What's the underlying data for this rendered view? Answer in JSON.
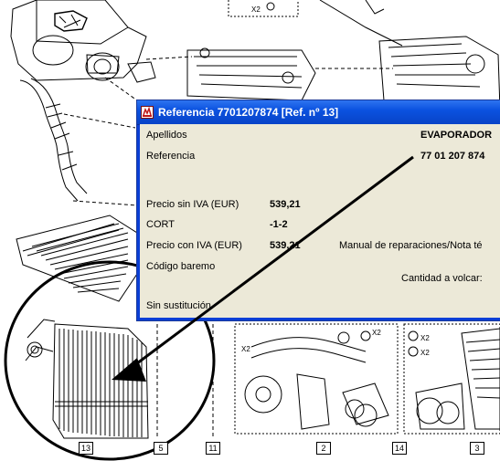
{
  "popup": {
    "title": "Referencia 7701207874 [Ref. nº 13]",
    "rows": {
      "apellidos_label": "Apellidos",
      "apellidos_value": "EVAPORADOR",
      "referencia_label": "Referencia",
      "referencia_value": "77 01 207 874",
      "precio_sin_label": "Precio sin IVA (EUR)",
      "precio_sin_value": "539,21",
      "cort_label": "CORT",
      "cort_value": "-1-2",
      "precio_con_label": "Precio con IVA (EUR)",
      "precio_con_value": "539,21",
      "manual_label": "Manual de reparaciones/Nota té",
      "codigo_label": "Código baremo",
      "cantidad_label": "Cantidad a volcar:",
      "sin_sustitucion": "Sin sustitución."
    }
  },
  "callouts": {
    "c13": "13",
    "c5": "5",
    "c11": "11",
    "c2": "2",
    "c14": "14",
    "c3": "3",
    "x2_a": "X2",
    "x2_b": "X2",
    "x2_c": "X2",
    "x2_d": "X2",
    "x2_e": "X2"
  }
}
